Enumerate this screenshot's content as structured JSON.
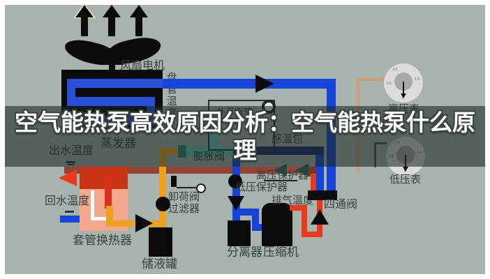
{
  "title": {
    "line1": "空气能热泵高效原因分析：空气能热泵什么原",
    "line2": "理",
    "full": "空气能热泵高效原因分析：空气能热泵什么原理"
  },
  "labels": {
    "fan_motor": "风扇电机",
    "evaporator": "蒸发器",
    "coil_temp": "盘管温度",
    "outlet_water_temp": "出水温度",
    "return_water_temp": "回水温度",
    "tube_heat_exchanger": "套管换热器",
    "liquid_reservoir": "储液罐",
    "unloading_valve": "卸荷阀",
    "filter": "过滤器",
    "expansion_valve": "膨胀阀",
    "external_balance_pipe": "外平衡管",
    "sensing_bulb": "感温包",
    "separator": "分离器",
    "compressor": "压缩机",
    "discharge_temp": "排气温度",
    "four_way_valve": "四通阀",
    "high_pressure_protector": "高压保护器",
    "low_pressure_protector": "低压保护器",
    "high_pressure_gauge": "高压表",
    "low_pressure_gauge": "低压表"
  },
  "gauge_ticks": {
    "t1": "0.5",
    "t2": "1.5",
    "t3": "2.5",
    "t4": "0"
  },
  "colors": {
    "background": "#a7b3ac",
    "frame": "#ffffff",
    "overlay_band": "rgba(26,38,33,0.58)",
    "title_text": "#ffffff",
    "title_outline": "#39433e",
    "pipe_blue": "#1545d8",
    "pipe_navy": "#16266e",
    "pipe_maroon": "#8f4434",
    "pipe_red": "#e8391d",
    "pipe_orange": "#f0a020",
    "valve_teal": "#66c8c0",
    "hx_top_red": "#c63315",
    "hx_body_salmon": "#f3a88c",
    "component_black": "#0b0b0b",
    "label_text": "#3a3f3c",
    "gauge_face": "#dcdcdc",
    "gauge_inner": "#a8a8a8",
    "hp_gauge_line": "#cf9a74",
    "lp_gauge_line": "#555555"
  }
}
